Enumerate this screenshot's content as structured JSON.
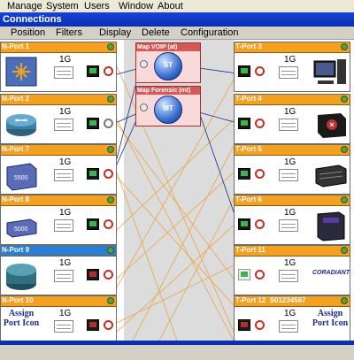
{
  "menu": [
    "Manage",
    "System",
    "Users",
    "Window",
    "About"
  ],
  "window_title": "Connections",
  "toolbar": [
    "Position",
    "Filters",
    "Display",
    "Delete",
    "Configuration"
  ],
  "maps": [
    {
      "label": "Map VOIP (at)",
      "code": "ST"
    },
    {
      "label": "Map Forensic (mt)",
      "code": "MT"
    }
  ],
  "ports_left": [
    {
      "label": "N-Port 1",
      "speed": "1G",
      "icon": "router-icon"
    },
    {
      "label": "N-Port 2",
      "speed": "1G",
      "icon": "cisco-router-icon"
    },
    {
      "label": "N-Port 7",
      "speed": "1G",
      "icon": "switch-5500-icon"
    },
    {
      "label": "N-Port 8",
      "speed": "1G",
      "icon": "switch-5000-icon"
    },
    {
      "label": "N-Port 9",
      "speed": "1G",
      "icon": "router-cylinder-icon"
    },
    {
      "label": "N-Port 10",
      "speed": "1G",
      "icon": "assign-icon",
      "assign_text": "Assign Port Icon"
    }
  ],
  "ports_right": [
    {
      "label": "T-Port 3",
      "speed": "1G",
      "icon": "desktop-computer-icon"
    },
    {
      "label": "T-Port 4",
      "speed": "1G",
      "icon": "appliance-icon"
    },
    {
      "label": "T-Port 5",
      "speed": "1G",
      "icon": "rack-server-icon"
    },
    {
      "label": "T-Port 6",
      "speed": "1G",
      "icon": "ups-icon"
    },
    {
      "label": "T-Port 11",
      "speed": "1G",
      "icon": "coradiant-logo-icon",
      "brand": "CORADIANT"
    },
    {
      "label": "T-Port 12",
      "label_extra": "S01234567",
      "speed": "1G",
      "icon": "assign-icon",
      "assign_text": "Assign Port Icon"
    }
  ],
  "colors": {
    "title": "#0a2fb3",
    "port_header": "#f4a020",
    "port_header_alt": "#2a7fd4",
    "map_header": "#d45a5a",
    "link": "#e8a64a",
    "map_link": "#1c2a8c"
  }
}
